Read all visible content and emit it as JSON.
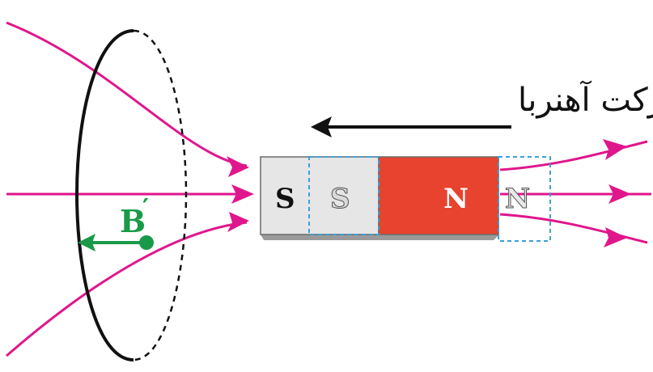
{
  "caption": "حرکت آهنربا",
  "magnet": {
    "south_label": "S",
    "south_ghost_label": "S",
    "north_label": "N",
    "north_ghost_label": "N"
  },
  "induced_field": {
    "label": "B",
    "prime": "′"
  },
  "colors": {
    "field_lines": "#e0168c",
    "south_pole": "#e6e6e6",
    "north_pole": "#e8432e",
    "ghost_outline": "#3aa0d8",
    "induced_vector": "#1a9a48",
    "loop": "#111111",
    "motion_arrow": "#111111"
  }
}
